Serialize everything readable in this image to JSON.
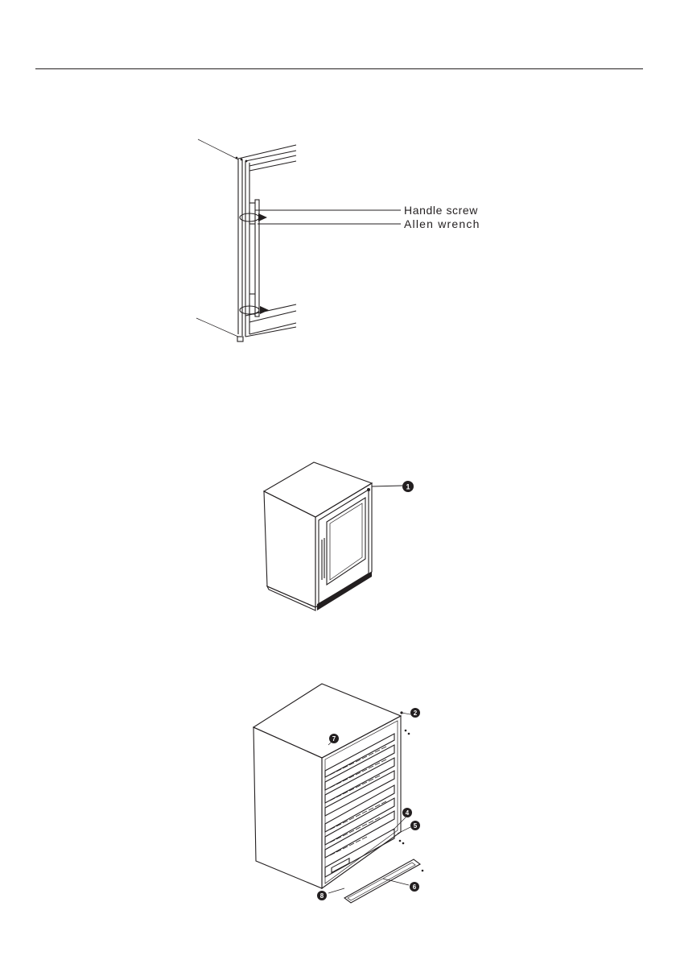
{
  "figure1": {
    "labels": {
      "handle_screw": "Handle screw",
      "allen_wrench": "Allen wrench"
    }
  },
  "figure2": {
    "callout": "1"
  },
  "figure3": {
    "callouts": [
      "2",
      "7",
      "4",
      "5",
      "6",
      "8"
    ]
  },
  "colors": {
    "line": "#231f20",
    "background": "#ffffff"
  }
}
